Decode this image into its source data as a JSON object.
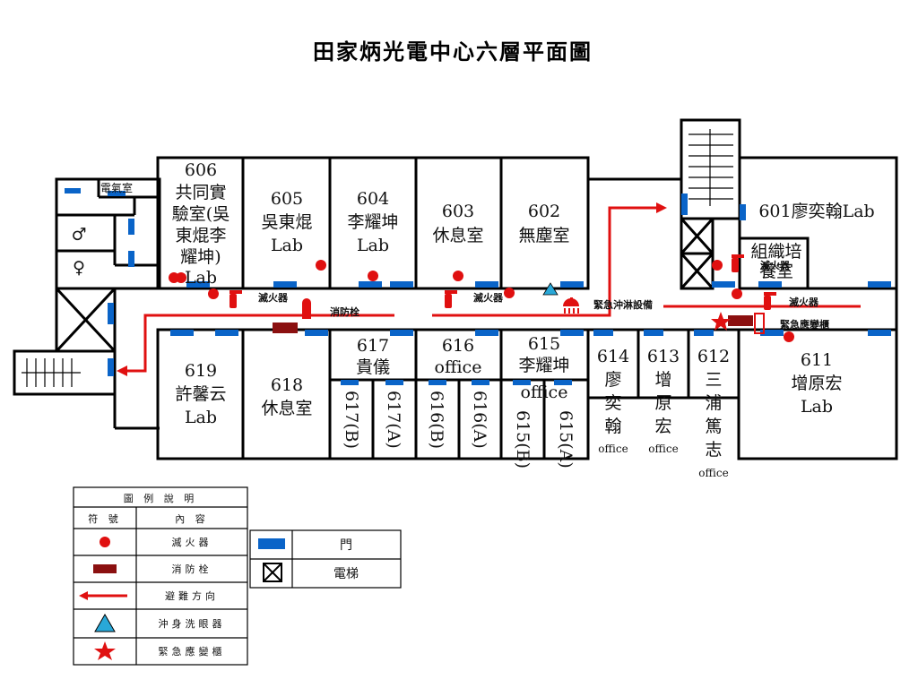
{
  "title": "田家炳光電中心六層平面圖",
  "colors": {
    "wall": "#000000",
    "door": "#0a64c8",
    "extinguisher": "#e01010",
    "hydrant": "#8b1010",
    "route": "#e01010",
    "eyewash": "#29a8d8",
    "star": "#e01010"
  },
  "rooms": {
    "r606": {
      "num": "606",
      "l1": "共同實",
      "l2": "驗室(吳",
      "l3": "東焜李",
      "l4": "耀坤)",
      "l5": "Lab"
    },
    "r605": {
      "num": "605",
      "l1": "吳東焜",
      "l2": "Lab"
    },
    "r604": {
      "num": "604",
      "l1": "李耀坤",
      "l2": "Lab"
    },
    "r603": {
      "num": "603",
      "l1": "休息室"
    },
    "r602": {
      "num": "602",
      "l1": "無塵室"
    },
    "r601": {
      "label": "601廖奕翰Lab"
    },
    "culture": {
      "l1": "組織培",
      "l2": "養室"
    },
    "elec": {
      "label": "電氣室"
    },
    "r619": {
      "num": "619",
      "l1": "許馨云",
      "l2": "Lab"
    },
    "r618": {
      "num": "618",
      "l1": "休息室"
    },
    "r617": {
      "num": "617",
      "l1": "貴儀"
    },
    "r616": {
      "num": "616",
      "l1": "office"
    },
    "r615": {
      "num": "615",
      "l1": "李耀坤",
      "l2": "office"
    },
    "r614": {
      "num": "614",
      "c1": "廖",
      "c2": "奕",
      "c3": "翰",
      "sub": "office"
    },
    "r613": {
      "num": "613",
      "c1": "增",
      "c2": "原",
      "c3": "宏",
      "sub": "office"
    },
    "r612": {
      "num": "612",
      "c1": "三",
      "c2": "浦",
      "c3": "篤",
      "c4": "志",
      "sub": "office"
    },
    "r611": {
      "num": "611",
      "l1": "增原宏",
      "l2": "Lab"
    },
    "sub617b": "617(B)",
    "sub617a": "617(A)",
    "sub616b": "616(B)",
    "sub616a": "616(A)",
    "sub615b": "615(B)",
    "sub615a": "615(A)",
    "male": "♂",
    "female": "♀"
  },
  "corridor": {
    "ext1": "滅火器",
    "hydrant": "消防栓",
    "ext2": "滅火器",
    "shower": "緊急沖淋設備",
    "ext3": "滅火器",
    "ext4": "滅火器",
    "emergency": "緊急應變櫃"
  },
  "legend": {
    "header": "圖 例 說 明",
    "col_symbol": "符 號",
    "col_content": "內 容",
    "extinguisher": "滅火器",
    "hydrant": "消防栓",
    "route": "避難方向",
    "eyewash": "沖身洗眼器",
    "emergency": "緊急應變櫃"
  },
  "legend2": {
    "door": "門",
    "elevator": "電梯"
  }
}
